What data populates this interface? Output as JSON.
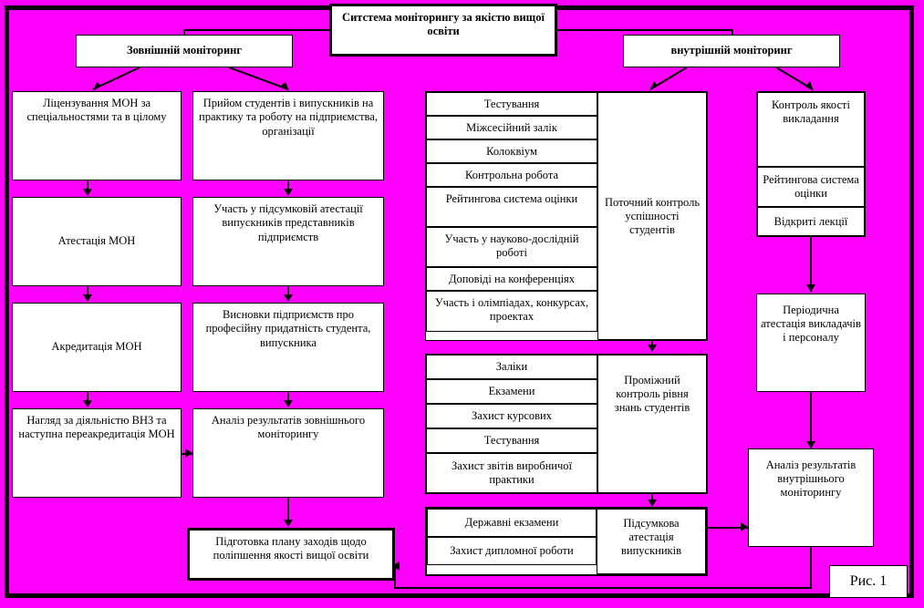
{
  "figure": {
    "caption": "Рис. 1",
    "background_color": "#FF00FF",
    "border_color": "#000000",
    "box_fill": "#FFFFFF"
  },
  "title_box": {
    "label": "Ситстема моніторингу за якістю вищої освіти"
  },
  "branches": {
    "external": {
      "label": "Зовнішній моніторинг"
    },
    "internal": {
      "label": "внутрішній моніторинг"
    }
  },
  "external_column_left": [
    {
      "label": "Ліцензування МОН за спеціальностями та в цілому"
    },
    {
      "label": "Атестація МОН"
    },
    {
      "label": "Акредитація МОН"
    },
    {
      "label": "Нагляд за діяльністю ВНЗ та наступна переакредитація  МОН"
    }
  ],
  "external_column_right": [
    {
      "label": "Прийом студентів і випускників на практику та роботу на підприємства, організації"
    },
    {
      "label": "Участь у підсумковій атестації випускників представників підприємств"
    },
    {
      "label": "Висновки підприємств про професійну придатність студента, випускника"
    },
    {
      "label": "Аналіз результатів зовнішнього моніторингу"
    }
  ],
  "internal_current_control": {
    "summary": "Поточний контроль успішності студентів",
    "items": [
      "Тестування",
      "Міжсесійний залік",
      "Колоквіум",
      "Контрольна робота",
      "Рейтингова система оцінки",
      "Участь у науково-дослідній роботі",
      "Доповіді на конференціях",
      "Участь і олімпіадах, конкурсах, проектах"
    ]
  },
  "internal_interim_control": {
    "summary": "Проміжний контроль рівня знань студентів",
    "items": [
      "Заліки",
      "Екзамени",
      "Захист курсових",
      "Тестування",
      "Захист звітів виробничої практики"
    ]
  },
  "internal_final_attestation": {
    "summary": "Підсумкова атестація випускників",
    "items": [
      "Державні екзамени",
      "Захист дипломної роботи"
    ]
  },
  "internal_teaching_quality": {
    "header": "Контроль якості викладання",
    "items": [
      "Рейтингова система оцінки",
      "Відкриті лекції"
    ]
  },
  "internal_periodic_attestation": {
    "label": "Періодична атестація викладачів і персоналу"
  },
  "internal_analysis": {
    "label": "Аналіз результатів внутрішнього моніторингу"
  },
  "plan_box": {
    "label": "Підготовка плану заходів щодо поліпшення якості вищої освіти"
  }
}
